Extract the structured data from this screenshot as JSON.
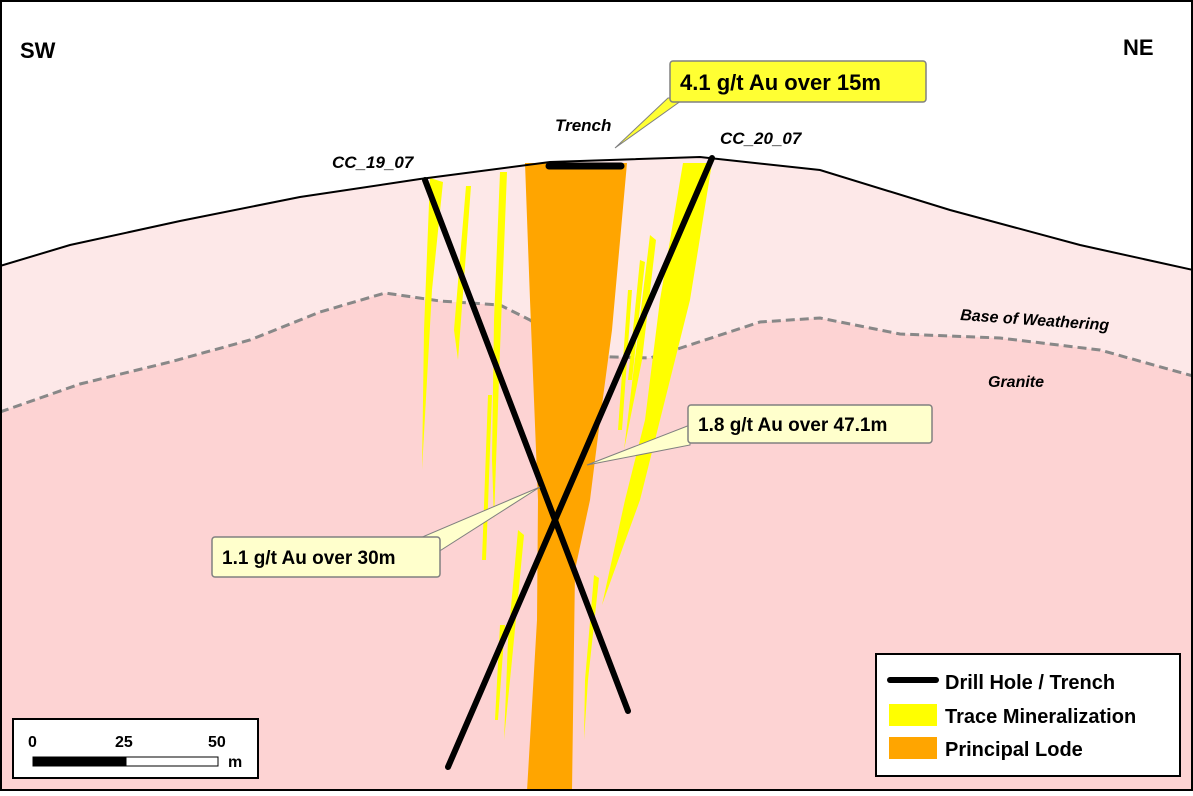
{
  "directions": {
    "left": "SW",
    "right": "NE"
  },
  "features": {
    "trench": "Trench",
    "hole_a": "CC_19_07",
    "hole_b": "CC_20_07",
    "weathering": "Base of Weathering",
    "granite": "Granite"
  },
  "callouts": {
    "trench_intercept": "4.1 g/t Au over 15m",
    "hole_b_intercept": "1.8 g/t Au over 47.1m",
    "hole_a_intercept": "1.1 g/t Au over 30m"
  },
  "legend": {
    "items": [
      {
        "label": "Drill Hole / Trench",
        "color": "#000000",
        "kind": "line"
      },
      {
        "label": "Trace Mineralization",
        "color": "#ffff00",
        "kind": "box"
      },
      {
        "label": "Principal Lode",
        "color": "#ffa500",
        "kind": "box"
      }
    ]
  },
  "scale_bar": {
    "ticks": [
      "0",
      "25",
      "50"
    ],
    "unit": "m"
  },
  "colors": {
    "weathered": "#fde8e8",
    "granite": "#fdd3d3",
    "lode": "#ffa500",
    "trace": "#ffff00",
    "callout_fill": "#ffffcc",
    "callout_highlight": "#ffff33"
  }
}
